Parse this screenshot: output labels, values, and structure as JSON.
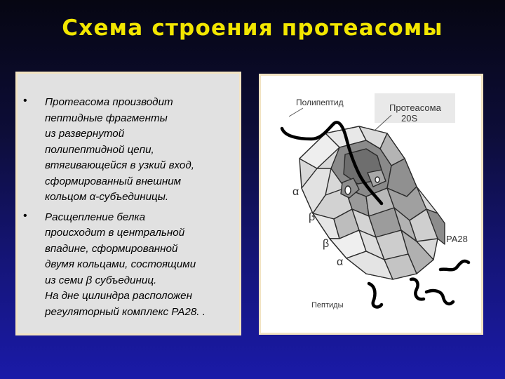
{
  "slide": {
    "title": "Схема строения протеасомы"
  },
  "text_panel": {
    "bullets": [
      {
        "mark": "•",
        "text": "Протеасома производит\nпептидные фрагменты\nиз развернутой\nполипептидной цепи,\nвтягивающейся в узкий вход,\nсформированный внешним\nкольцом α-субъединицы."
      },
      {
        "mark": "•",
        "text": "Расщепление белка\nпроисходит в центральной\nвпадине, сформированной\nдвумя кольцами, состоящими\nиз семи β субъединиц.\nНа дне цилиндра расположен\nрегуляторный комплекс PA28. ."
      }
    ]
  },
  "figure": {
    "labels": {
      "polypeptide": "Полипептид",
      "proteasome_line1": "Протеасома",
      "proteasome_line2": "20S",
      "alpha_top": "α",
      "beta_upper": "β",
      "beta_lower": "β",
      "alpha_bottom": "α",
      "pa28": "PA28",
      "peptides": "Пептиды"
    },
    "colors": {
      "chain": "#000000",
      "light_block": "#e6e6e6",
      "mid_block": "#a6a6a6",
      "dark_block": "#707070"
    }
  }
}
